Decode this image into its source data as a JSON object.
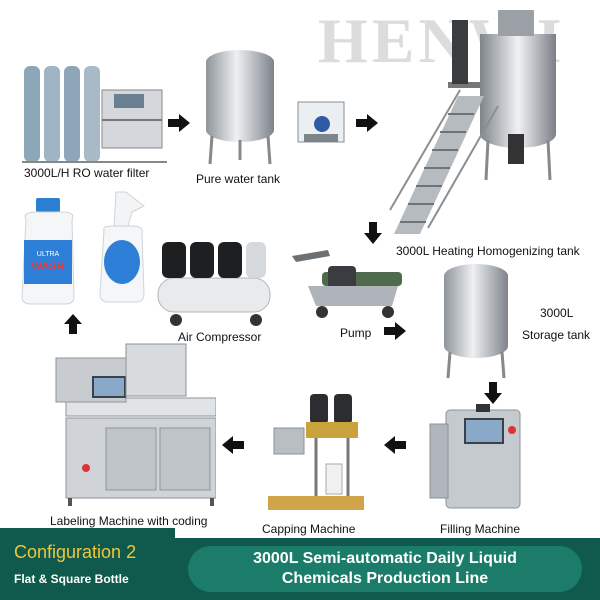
{
  "watermark": "HENWI",
  "labels": {
    "ro_filter": "3000L/H RO water filter",
    "pure_tank": "Pure water tank",
    "heating_tank": "3000L Heating Homogenizing tank",
    "air_compressor": "Air Compressor",
    "pump": "Pump",
    "storage_qty": "3000L",
    "storage_tank": "Storage tank",
    "filling": "Filling Machine",
    "capping": "Capping Machine",
    "labeling": "Labeling Machine with coding"
  },
  "bottles": {
    "left_text": "WASH",
    "left_brand": "ULTRA"
  },
  "banner": {
    "config_title": "Configuration 2",
    "config_subtitle": "Flat & Square Bottle",
    "line1": "3000L Semi-automatic Daily Liquid",
    "line2": "Chemicals Production Line"
  },
  "colors": {
    "banner_dark": "#0f5a4c",
    "banner_pill": "#1b7d69",
    "config_accent": "#f3c53a",
    "steel": "#c9ccd0",
    "arrow": "#111111"
  }
}
